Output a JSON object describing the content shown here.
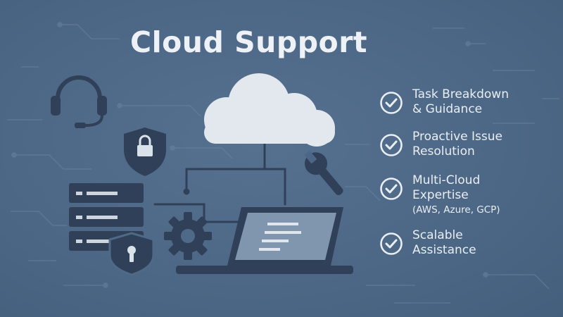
{
  "title": "Cloud Support",
  "features": [
    {
      "line1": "Task Breakdown",
      "line2": "& Guidance",
      "line3": ""
    },
    {
      "line1": "Proactive Issue",
      "line2": "Resolution",
      "line3": ""
    },
    {
      "line1": "Multi-Cloud",
      "line2": "Expertise",
      "line3": "(AWS, Azure, GCP)"
    },
    {
      "line1": "Scalable",
      "line2": "Assistance",
      "line3": ""
    }
  ],
  "colors": {
    "background": "#4f6a88",
    "dark_icon": "#2f4058",
    "cloud": "#e2e8ee",
    "screen": "#7f96ae",
    "text": "#e9eef3"
  },
  "icons": [
    "headset-icon",
    "shield-lock-icon",
    "server-stack-icon",
    "shield-keyhole-icon",
    "gear-icon",
    "wrench-icon",
    "cloud-icon",
    "laptop-icon",
    "check-circle-icon"
  ]
}
